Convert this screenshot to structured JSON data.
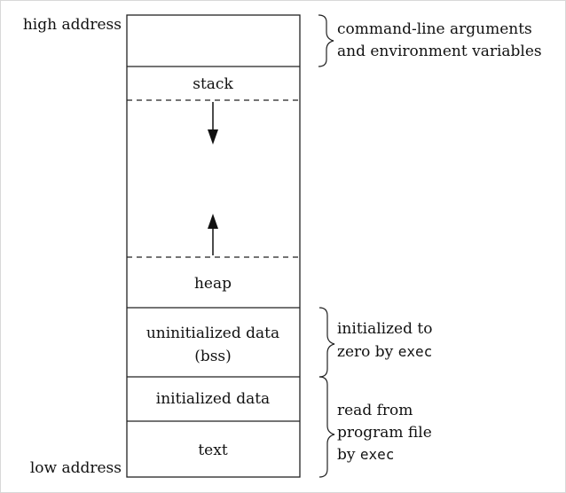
{
  "left_labels": {
    "high": "high address",
    "low": "low address"
  },
  "segments": {
    "stack": "stack",
    "heap": "heap",
    "bss_line1": "uninitialized data",
    "bss_line2": "(bss)",
    "init_data": "initialized data",
    "text": "text"
  },
  "annotations": {
    "args_line1": "command-line arguments",
    "args_line2": "and environment variables",
    "bss_line1": "initialized to",
    "bss_line2_prefix": "zero by ",
    "bss_line2_code": "exec",
    "file_line1": "read from",
    "file_line2": "program file",
    "file_line3_prefix": "by ",
    "file_line3_code": "exec"
  }
}
